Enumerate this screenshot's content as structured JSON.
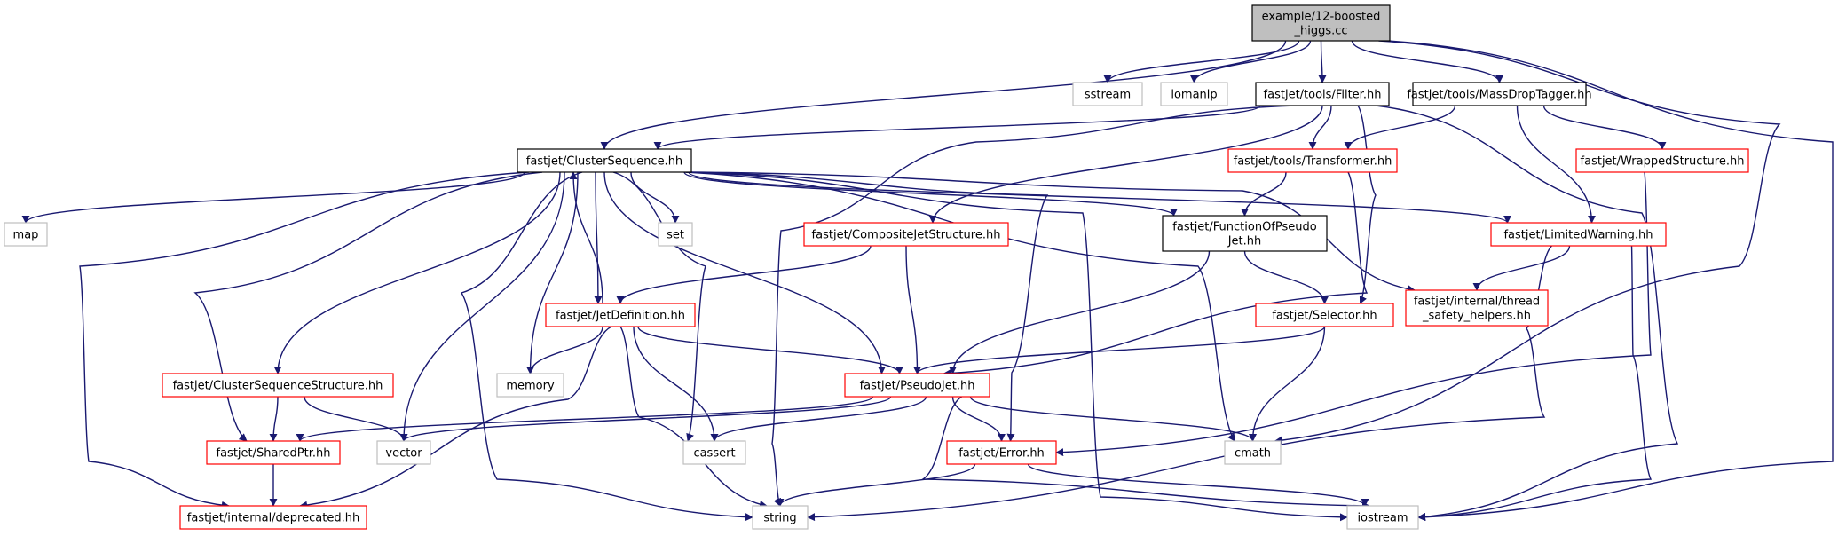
{
  "graph": {
    "colors": {
      "edge": "#191970",
      "root_fill": "#bfbfbf",
      "border_local": "#000000",
      "border_linked": "#ff0000",
      "border_system": "#bfbfbf"
    },
    "nodes": [
      {
        "id": "root",
        "lines": [
          "example/12-boosted",
          "_higgs.cc"
        ],
        "kind": "root",
        "interactable": false
      },
      {
        "id": "sstream",
        "lines": [
          "sstream"
        ],
        "kind": "system"
      },
      {
        "id": "iomanip",
        "lines": [
          "iomanip"
        ],
        "kind": "system"
      },
      {
        "id": "filter",
        "lines": [
          "fastjet/tools/Filter.hh"
        ],
        "kind": "local"
      },
      {
        "id": "massdrop",
        "lines": [
          "fastjet/tools/MassDropTagger.hh"
        ],
        "kind": "local"
      },
      {
        "id": "clusterseq",
        "lines": [
          "fastjet/ClusterSequence.hh"
        ],
        "kind": "local"
      },
      {
        "id": "transformer",
        "lines": [
          "fastjet/tools/Transformer.hh"
        ],
        "kind": "linked"
      },
      {
        "id": "wrapped",
        "lines": [
          "fastjet/WrappedStructure.hh"
        ],
        "kind": "linked"
      },
      {
        "id": "map",
        "lines": [
          "map"
        ],
        "kind": "system"
      },
      {
        "id": "set",
        "lines": [
          "set"
        ],
        "kind": "system"
      },
      {
        "id": "composite",
        "lines": [
          "fastjet/CompositeJetStructure.hh"
        ],
        "kind": "linked"
      },
      {
        "id": "functionof",
        "lines": [
          "fastjet/FunctionOfPseudo",
          "Jet.hh"
        ],
        "kind": "local"
      },
      {
        "id": "limited",
        "lines": [
          "fastjet/LimitedWarning.hh"
        ],
        "kind": "linked"
      },
      {
        "id": "jetdef",
        "lines": [
          "fastjet/JetDefinition.hh"
        ],
        "kind": "linked"
      },
      {
        "id": "selector",
        "lines": [
          "fastjet/Selector.hh"
        ],
        "kind": "linked"
      },
      {
        "id": "threadsafety",
        "lines": [
          "fastjet/internal/thread",
          "_safety_helpers.hh"
        ],
        "kind": "linked"
      },
      {
        "id": "csstructure",
        "lines": [
          "fastjet/ClusterSequenceStructure.hh"
        ],
        "kind": "linked"
      },
      {
        "id": "memory",
        "lines": [
          "memory"
        ],
        "kind": "system"
      },
      {
        "id": "pseudojet",
        "lines": [
          "fastjet/PseudoJet.hh"
        ],
        "kind": "linked"
      },
      {
        "id": "sharedptr",
        "lines": [
          "fastjet/SharedPtr.hh"
        ],
        "kind": "linked"
      },
      {
        "id": "vector",
        "lines": [
          "vector"
        ],
        "kind": "system"
      },
      {
        "id": "cassert",
        "lines": [
          "cassert"
        ],
        "kind": "system"
      },
      {
        "id": "error",
        "lines": [
          "fastjet/Error.hh"
        ],
        "kind": "linked"
      },
      {
        "id": "cmath",
        "lines": [
          "cmath"
        ],
        "kind": "system"
      },
      {
        "id": "deprecated",
        "lines": [
          "fastjet/internal/deprecated.hh"
        ],
        "kind": "linked"
      },
      {
        "id": "string",
        "lines": [
          "string"
        ],
        "kind": "system"
      },
      {
        "id": "iostream",
        "lines": [
          "iostream"
        ],
        "kind": "system"
      }
    ],
    "edges": [
      {
        "from": "root",
        "to": "clusterseq"
      },
      {
        "from": "root",
        "to": "sstream"
      },
      {
        "from": "root",
        "to": "iomanip"
      },
      {
        "from": "root",
        "to": "filter"
      },
      {
        "from": "root",
        "to": "massdrop"
      },
      {
        "from": "root",
        "to": "cmath"
      },
      {
        "from": "root",
        "to": "iostream"
      },
      {
        "from": "filter",
        "to": "clusterseq"
      },
      {
        "from": "filter",
        "to": "transformer"
      },
      {
        "from": "filter",
        "to": "composite"
      },
      {
        "from": "filter",
        "to": "selector"
      },
      {
        "from": "filter",
        "to": "string"
      },
      {
        "from": "filter",
        "to": "iostream"
      },
      {
        "from": "massdrop",
        "to": "transformer"
      },
      {
        "from": "massdrop",
        "to": "wrapped"
      },
      {
        "from": "massdrop",
        "to": "limited"
      },
      {
        "from": "wrapped",
        "to": "error"
      },
      {
        "from": "transformer",
        "to": "functionof"
      },
      {
        "from": "transformer",
        "to": "pseudojet"
      },
      {
        "from": "clusterseq",
        "to": "map"
      },
      {
        "from": "clusterseq",
        "to": "set"
      },
      {
        "from": "clusterseq",
        "to": "functionof"
      },
      {
        "from": "clusterseq",
        "to": "limited"
      },
      {
        "from": "clusterseq",
        "to": "jetdef"
      },
      {
        "from": "clusterseq",
        "to": "threadsafety"
      },
      {
        "from": "clusterseq",
        "to": "csstructure"
      },
      {
        "from": "clusterseq",
        "to": "memory"
      },
      {
        "from": "clusterseq",
        "to": "pseudojet"
      },
      {
        "from": "clusterseq",
        "to": "sharedptr"
      },
      {
        "from": "clusterseq",
        "to": "vector"
      },
      {
        "from": "clusterseq",
        "to": "cassert"
      },
      {
        "from": "clusterseq",
        "to": "error"
      },
      {
        "from": "clusterseq",
        "to": "cmath"
      },
      {
        "from": "clusterseq",
        "to": "deprecated"
      },
      {
        "from": "clusterseq",
        "to": "string"
      },
      {
        "from": "clusterseq",
        "to": "iostream"
      },
      {
        "from": "composite",
        "to": "jetdef"
      },
      {
        "from": "composite",
        "to": "pseudojet"
      },
      {
        "from": "functionof",
        "to": "selector"
      },
      {
        "from": "functionof",
        "to": "pseudojet"
      },
      {
        "from": "limited",
        "to": "threadsafety"
      },
      {
        "from": "limited",
        "to": "string"
      },
      {
        "from": "limited",
        "to": "iostream"
      },
      {
        "from": "jetdef",
        "to": "clusterseq"
      },
      {
        "from": "jetdef",
        "to": "memory"
      },
      {
        "from": "jetdef",
        "to": "pseudojet"
      },
      {
        "from": "jetdef",
        "to": "cassert"
      },
      {
        "from": "jetdef",
        "to": "deprecated"
      },
      {
        "from": "jetdef",
        "to": "string"
      },
      {
        "from": "selector",
        "to": "pseudojet"
      },
      {
        "from": "selector",
        "to": "cmath"
      },
      {
        "from": "csstructure",
        "to": "sharedptr"
      },
      {
        "from": "csstructure",
        "to": "vector"
      },
      {
        "from": "pseudojet",
        "to": "sharedptr"
      },
      {
        "from": "pseudojet",
        "to": "vector"
      },
      {
        "from": "pseudojet",
        "to": "cassert"
      },
      {
        "from": "pseudojet",
        "to": "error"
      },
      {
        "from": "pseudojet",
        "to": "cmath"
      },
      {
        "from": "pseudojet",
        "to": "iostream"
      },
      {
        "from": "sharedptr",
        "to": "deprecated"
      },
      {
        "from": "error",
        "to": "string"
      },
      {
        "from": "error",
        "to": "iostream"
      }
    ]
  }
}
